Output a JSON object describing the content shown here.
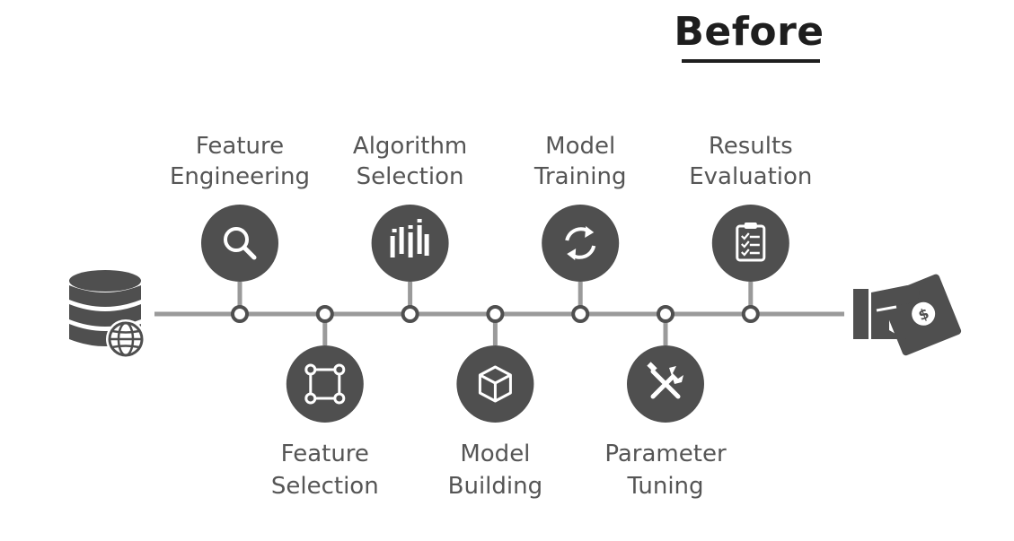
{
  "title": "Before",
  "colors": {
    "circle": "#4f4f4f",
    "line": "#9a9a9a",
    "text": "#555555",
    "title": "#1e1e1e",
    "node_stroke": "#4f4f4f"
  },
  "start_icon": "database-globe-icon",
  "end_icon": "hand-money-icon",
  "steps": [
    {
      "label": "Feature\nEngineering",
      "icon": "magnifier-icon",
      "position": "top"
    },
    {
      "label": "Feature\nSelection",
      "icon": "selection-square-icon",
      "position": "bottom"
    },
    {
      "label": "Algorithm\nSelection",
      "icon": "bars-icon",
      "position": "top"
    },
    {
      "label": "Model\nBuilding",
      "icon": "cube-icon",
      "position": "bottom"
    },
    {
      "label": "Model\nTraining",
      "icon": "refresh-icon",
      "position": "top"
    },
    {
      "label": "Parameter\nTuning",
      "icon": "tools-icon",
      "position": "bottom"
    },
    {
      "label": "Results\nEvaluation",
      "icon": "clipboard-checklist-icon",
      "position": "top"
    }
  ]
}
